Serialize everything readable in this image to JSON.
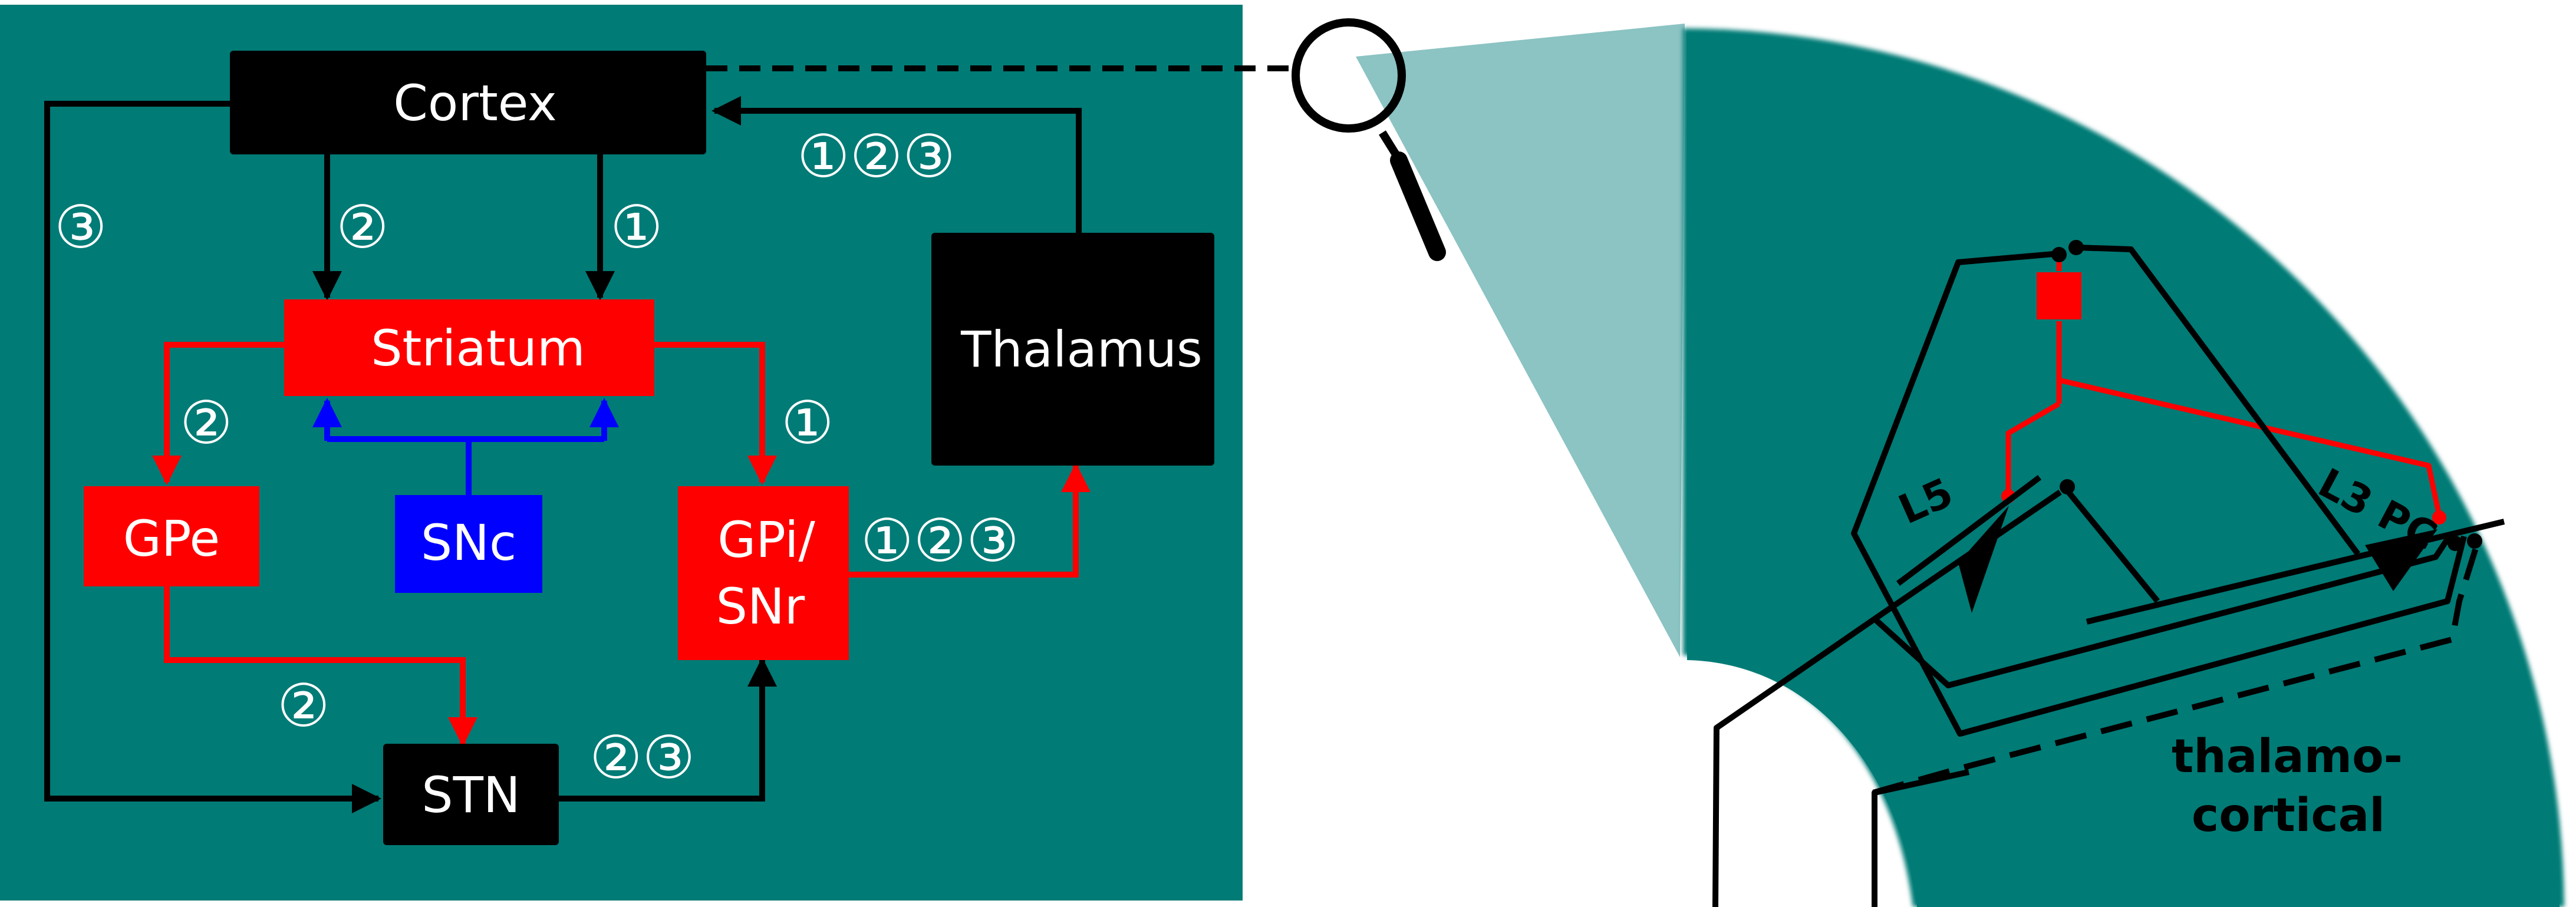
{
  "circuit": {
    "boxes": {
      "cortex": "Cortex",
      "striatum": "Striatum",
      "thalamus": "Thalamus",
      "gpe": "GPe",
      "snc": "SNc",
      "gpi_line1": "GPi/",
      "gpi_line2": "SNr",
      "stn": "STN"
    },
    "pathway_labels": {
      "thal_to_cortex": "①②③",
      "cortex_to_striatum_2": "②",
      "cortex_to_striatum_1": "①",
      "cortex_to_stn": "③",
      "striatum_to_gpe": "②",
      "striatum_to_gpi": "①",
      "gpi_to_thalamus": "①②③",
      "gpe_to_stn": "②",
      "stn_to_gpi": "②③"
    },
    "colors": {
      "background": "#007b76",
      "black_box": "#000000",
      "red_box": "#ff0000",
      "blue_box": "#0000ff"
    }
  },
  "cortex_detail": {
    "cell_labels": {
      "l5": "L5",
      "l3": "L3 PC"
    },
    "region_label_line1": "thalamo-",
    "region_label_line2": "cortical",
    "colors": {
      "tissue": "#007b76",
      "zoom_cone": "#8cc3c3"
    }
  }
}
